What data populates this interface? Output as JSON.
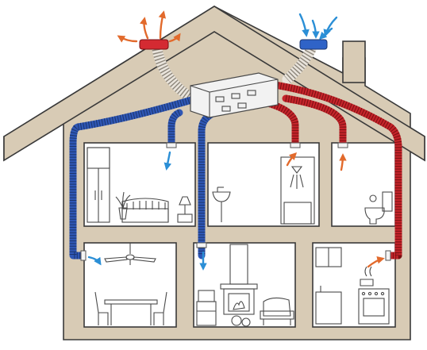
{
  "diagram": {
    "colors": {
      "wall_fill": "#d8cbb5",
      "wall_stroke": "#3a3a3a",
      "room_fill": "#ffffff",
      "supply_duct": "#2f57b5",
      "extract_duct": "#c4242a",
      "insulated_duct": "#e9e4dc",
      "unit_fill": "#f2f2f2",
      "arrow_blue": "#2b8fd6",
      "arrow_orange": "#e26a2c",
      "roof_cap_red": "#d42a32",
      "roof_cap_blue": "#2f63c7"
    },
    "icons": [
      "house-outline",
      "chimney",
      "heat-recovery-unit",
      "intake-roof-cap",
      "exhaust-roof-cap",
      "supply-duct-blue",
      "extract-duct-red",
      "wardrobe",
      "bed",
      "bedside-lamp",
      "washbasin",
      "shower",
      "toilet",
      "ceiling-fan",
      "dining-table",
      "chair",
      "fireplace",
      "armchair",
      "television",
      "cooker",
      "kitchen-cabinet",
      "plant-pot"
    ]
  }
}
